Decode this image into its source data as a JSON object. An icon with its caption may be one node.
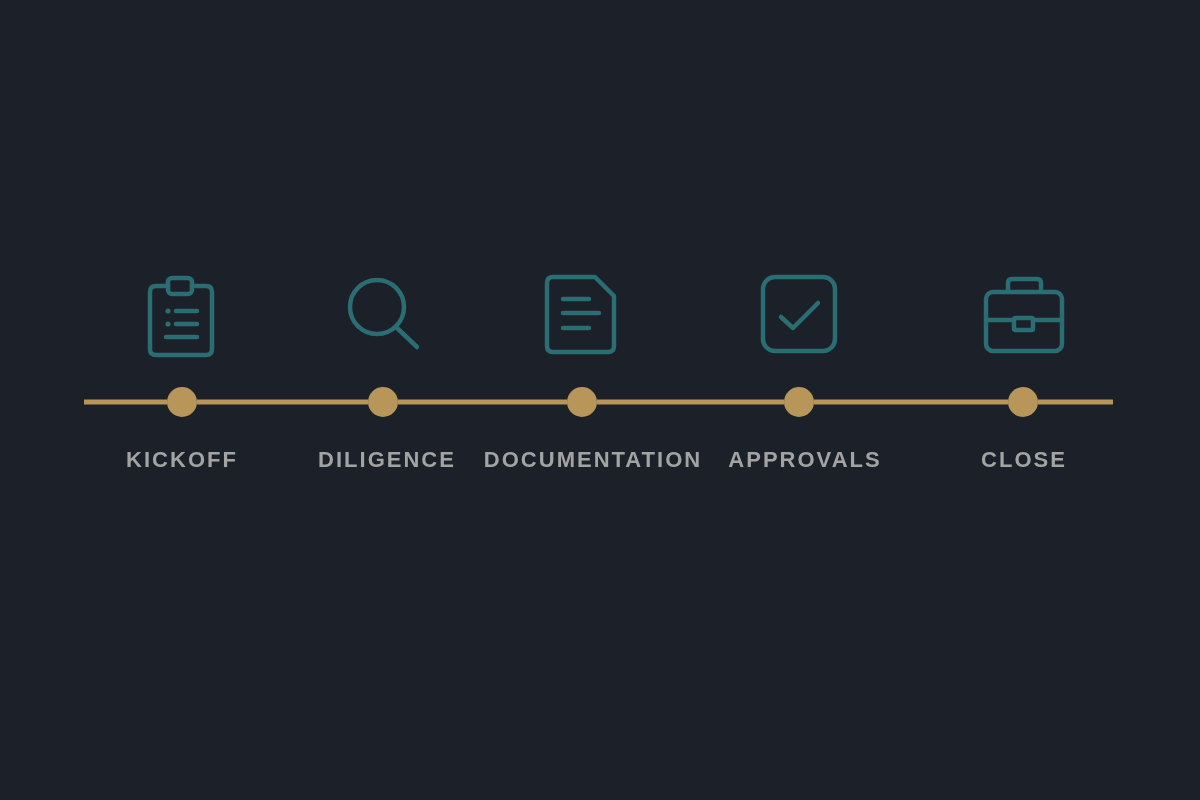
{
  "diagram": {
    "nodes": [
      {
        "text": [],
        "shape": "circle",
        "beside": [
          "KICKOFF"
        ]
      },
      {
        "text": [],
        "shape": "circle",
        "beside": [
          "DILIGENCE"
        ]
      },
      {
        "text": [],
        "shape": "circle",
        "beside": [
          "DOCUMENTATION"
        ]
      },
      {
        "text": [],
        "shape": "circle",
        "beside": [
          "APPROVALS"
        ]
      },
      {
        "text": [],
        "shape": "circle",
        "beside": [
          "CLOSE"
        ]
      }
    ],
    "edges": [
      {
        "from": null,
        "to": 0,
        "arrow": "none"
      },
      {
        "from": 0,
        "to": 1,
        "arrow": "none"
      },
      {
        "from": 1,
        "to": 2,
        "arrow": "none"
      },
      {
        "from": 2,
        "to": 3,
        "arrow": "none"
      },
      {
        "from": 3,
        "to": 4,
        "arrow": "none"
      },
      {
        "from": 4,
        "to": null,
        "arrow": "none"
      }
    ]
  }
}
